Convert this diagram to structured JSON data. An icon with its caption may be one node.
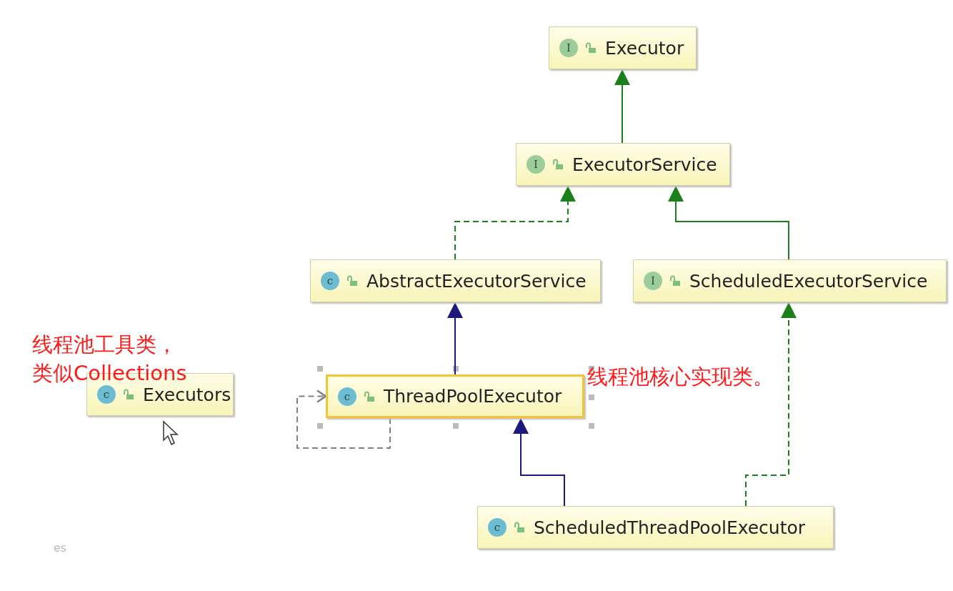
{
  "diagram": {
    "nodes": [
      {
        "text": [
          "I",
          "Executor"
        ]
      },
      {
        "text": [
          "I",
          "ExecutorService"
        ]
      },
      {
        "text": [
          "c",
          "AbstractExecutorService"
        ]
      },
      {
        "text": [
          "I",
          "ScheduledExecutorService"
        ]
      },
      {
        "text": [
          "c",
          "Executors"
        ]
      },
      {
        "text": [
          "c",
          "ThreadPoolExecutor"
        ]
      },
      {
        "text": [
          "c",
          "ScheduledThreadPoolExecutor"
        ]
      }
    ],
    "edges": [
      {
        "from": 1,
        "to": 0,
        "arrow": "to"
      },
      {
        "from": 2,
        "to": 1,
        "arrow": "to",
        "style": "dashed"
      },
      {
        "from": 3,
        "to": 1,
        "arrow": "to"
      },
      {
        "from": 5,
        "to": 2,
        "arrow": "to",
        "color": "#1a1a80"
      },
      {
        "from": 6,
        "to": 5,
        "arrow": "to",
        "color": "#1a1a80"
      },
      {
        "from": 6,
        "to": 3,
        "arrow": "to",
        "style": "dashed"
      },
      {
        "from": 5,
        "to": 5,
        "arrow": "to",
        "style": "dashed",
        "color": "#808080"
      }
    ],
    "labels": [
      "线程池工具类，类似Collections",
      "线程池核心实现类。",
      "es"
    ]
  }
}
